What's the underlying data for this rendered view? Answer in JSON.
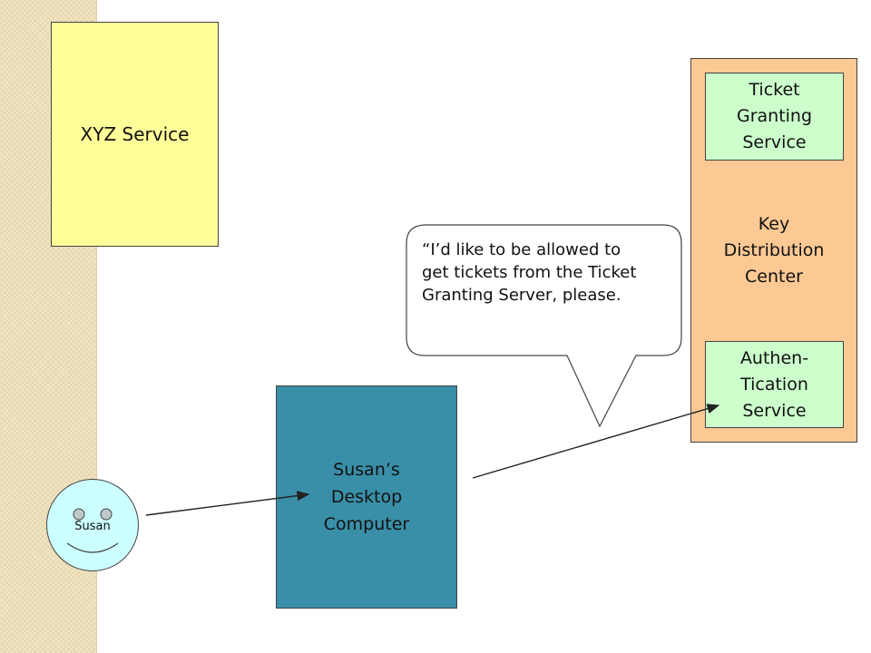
{
  "diagram": {
    "xyz_service": "XYZ Service",
    "kdc": {
      "label": "Key\nDistribution\nCenter"
    },
    "tgs": {
      "label": "Ticket\nGranting\nService"
    },
    "auth": {
      "label": "Authen-\nTication\nService"
    },
    "desktop": {
      "label": "Susan’s\nDesktop\nComputer"
    },
    "susan": {
      "label": "Susan"
    },
    "speech": "“I’d like to be allowed to\nget tickets from the Ticket\nGranting Server, please."
  },
  "colors": {
    "xyz": "#ffff99",
    "kdc": "#fcc995",
    "service": "#ccffcc",
    "desktop": "#3a8fa8",
    "face": "#ccffff",
    "stripe": "#f1e5c3"
  }
}
